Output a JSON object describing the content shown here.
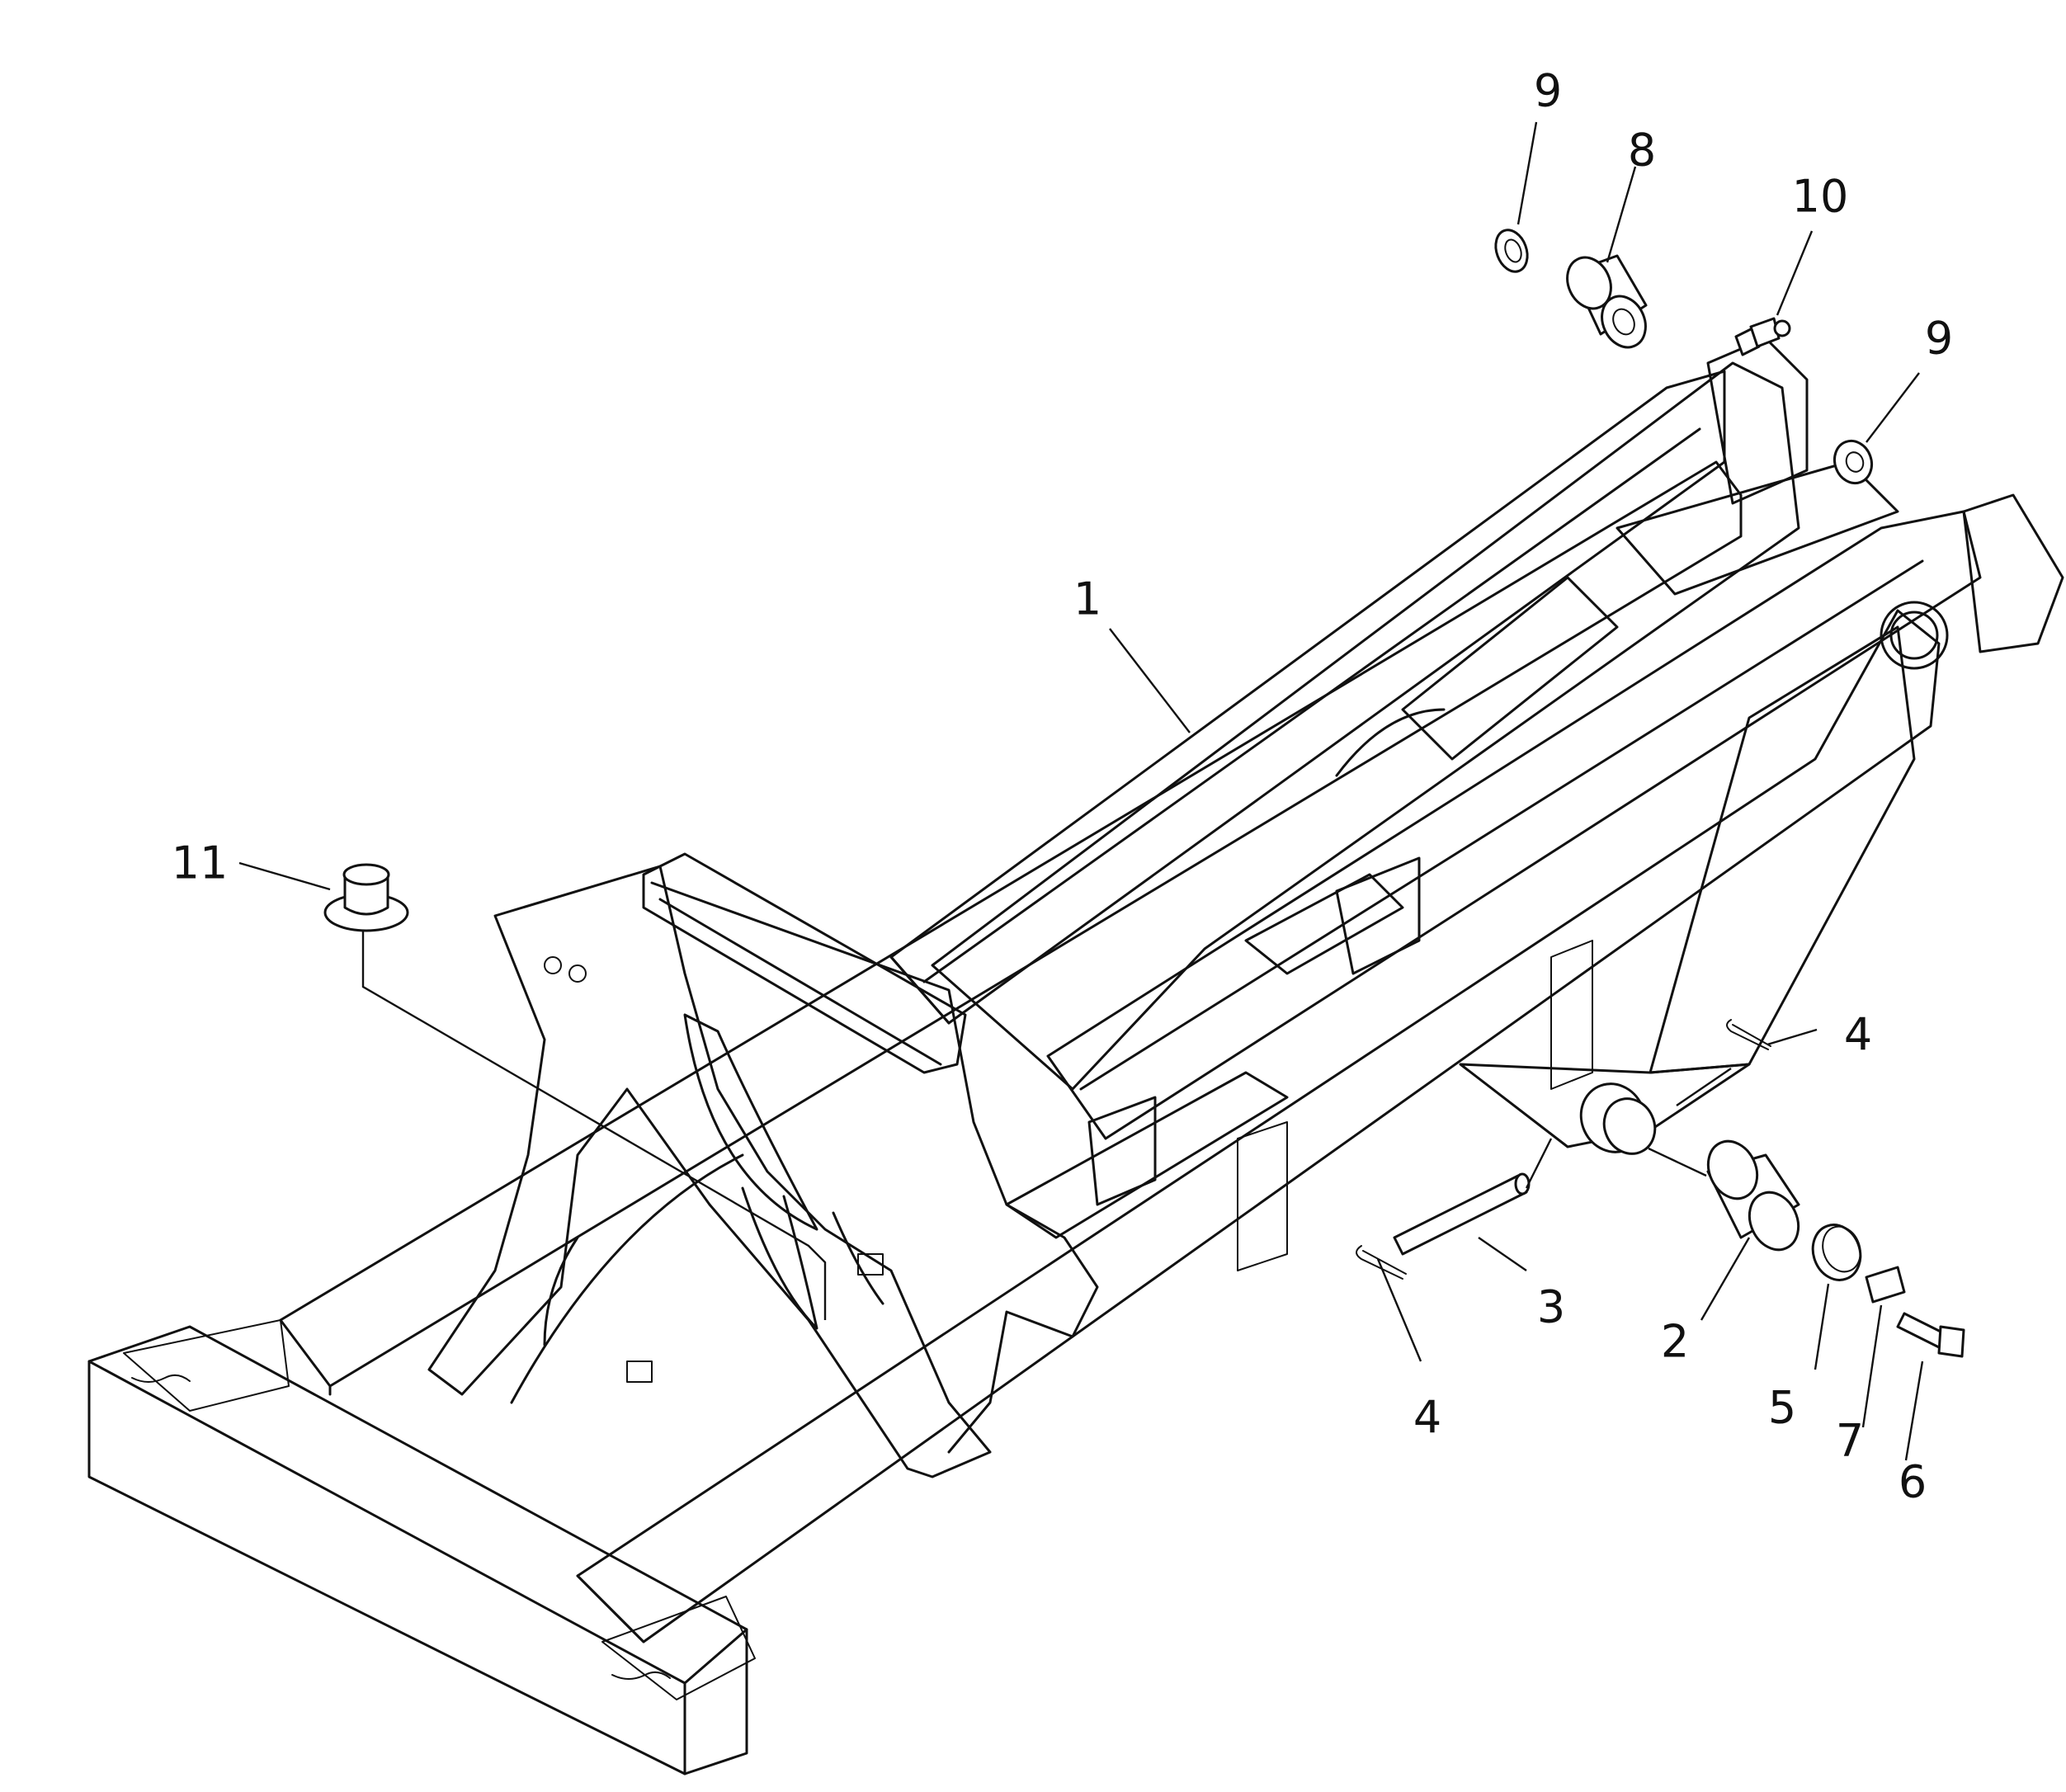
{
  "callouts": [
    {
      "id": "c9a",
      "text": "9"
    },
    {
      "id": "c8",
      "text": "8"
    },
    {
      "id": "c10",
      "text": "10"
    },
    {
      "id": "c9b",
      "text": "9"
    },
    {
      "id": "c1",
      "text": "1"
    },
    {
      "id": "c11",
      "text": "11"
    },
    {
      "id": "c4a",
      "text": "4"
    },
    {
      "id": "c3",
      "text": "3"
    },
    {
      "id": "c2",
      "text": "2"
    },
    {
      "id": "c5",
      "text": "5"
    },
    {
      "id": "c7",
      "text": "7"
    },
    {
      "id": "c6",
      "text": "6"
    },
    {
      "id": "c4b",
      "text": "4"
    }
  ]
}
